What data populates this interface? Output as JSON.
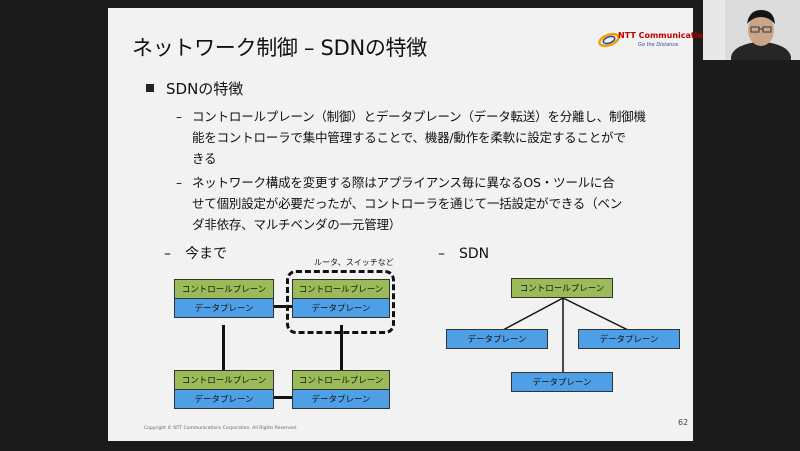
{
  "slide": {
    "title": "ネットワーク制御 – SDNの特徴",
    "logo_text": "NTT Communications",
    "logo_tagline": "Go the Distance.",
    "bullet_title": "SDNの特徴",
    "sub1": {
      "dash": "–",
      "lines": [
        "コントロールプレーン（制御）とデータプレーン（データ転送）を分離し、制御機",
        "能をコントローラで集中管理することで、機器/動作を柔軟に設定することがで",
        "きる"
      ]
    },
    "sub2": {
      "dash": "–",
      "lines": [
        "ネットワーク構成を変更する際はアプライアンス毎に異なるOS・ツールに合",
        "せて個別設定が必要だったが、コントローラを通じて一括設定ができる（ベン",
        "ダ非依存、マルチベンダの一元管理）"
      ]
    },
    "section_before": "–　今まで",
    "section_sdn": "–　SDN",
    "group_label": "ルータ、スイッチなど",
    "control_plane": "コントロールプレーン",
    "data_plane": "データプレーン",
    "footer": "Copyright © NTT Communications Corporation. All Rights Reserved.",
    "page_number": "62"
  },
  "colors": {
    "control_plane": "#9bbb59",
    "data_plane": "#4f9fe6",
    "logo_red": "#c00000",
    "logo_blue": "#2a4b9b"
  }
}
